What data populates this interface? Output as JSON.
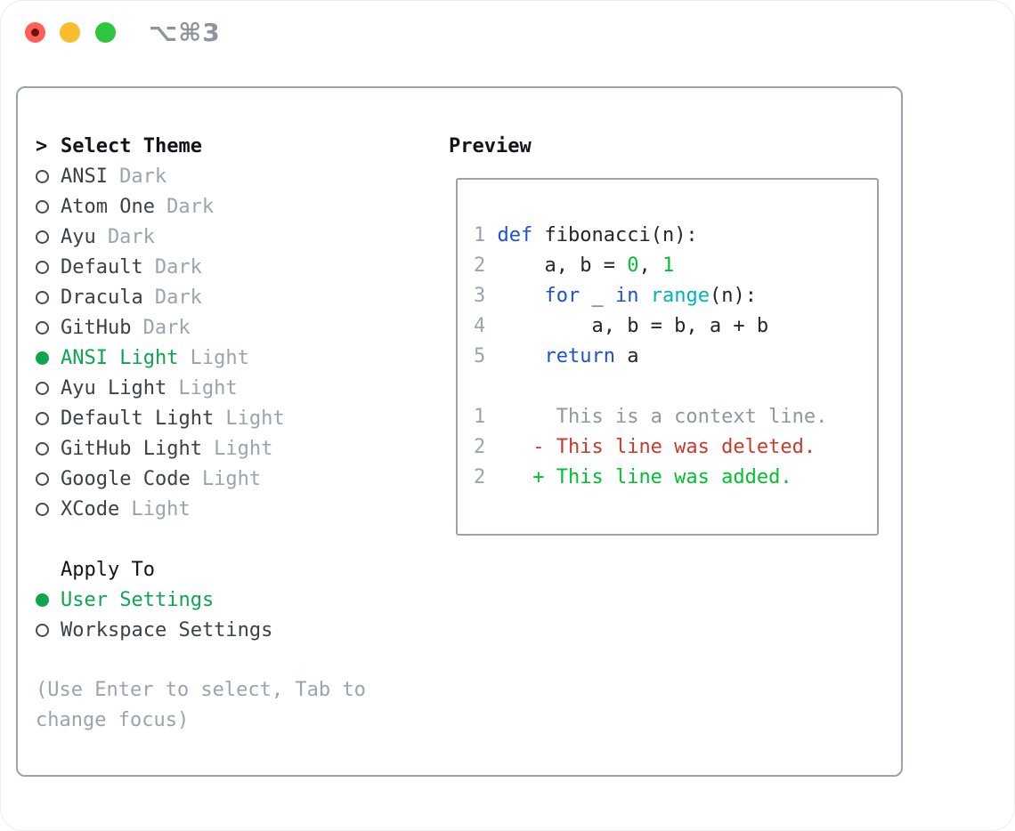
{
  "window": {
    "title": "⌥⌘3"
  },
  "theme_list": {
    "header_prefix": ">",
    "header": "Select Theme",
    "items": [
      {
        "label": "ANSI",
        "variant": "Dark",
        "selected": false
      },
      {
        "label": "Atom One",
        "variant": "Dark",
        "selected": false
      },
      {
        "label": "Ayu",
        "variant": "Dark",
        "selected": false
      },
      {
        "label": "Default",
        "variant": "Dark",
        "selected": false
      },
      {
        "label": "Dracula",
        "variant": "Dark",
        "selected": false
      },
      {
        "label": "GitHub",
        "variant": "Dark",
        "selected": false
      },
      {
        "label": "ANSI Light",
        "variant": "Light",
        "selected": true
      },
      {
        "label": "Ayu Light",
        "variant": "Light",
        "selected": false
      },
      {
        "label": "Default Light",
        "variant": "Light",
        "selected": false
      },
      {
        "label": "GitHub Light",
        "variant": "Light",
        "selected": false
      },
      {
        "label": "Google Code",
        "variant": "Light",
        "selected": false
      },
      {
        "label": "XCode",
        "variant": "Light",
        "selected": false
      }
    ]
  },
  "apply_to": {
    "header": "Apply To",
    "options": [
      {
        "label": "User Settings",
        "selected": true
      },
      {
        "label": "Workspace Settings",
        "selected": false
      }
    ]
  },
  "help_text": "(Use Enter to select, Tab to change focus)",
  "preview": {
    "header": "Preview",
    "lines": [
      [
        {
          "text": "1",
          "type": "lineno"
        },
        {
          "text": " ",
          "type": "plain"
        },
        {
          "text": "def",
          "type": "keyword"
        },
        {
          "text": " fibonacci(n):",
          "type": "plain"
        }
      ],
      [
        {
          "text": "2",
          "type": "lineno"
        },
        {
          "text": "     a, b = ",
          "type": "plain"
        },
        {
          "text": "0",
          "type": "number"
        },
        {
          "text": ", ",
          "type": "plain"
        },
        {
          "text": "1",
          "type": "number"
        }
      ],
      [
        {
          "text": "3",
          "type": "lineno"
        },
        {
          "text": "     ",
          "type": "plain"
        },
        {
          "text": "for",
          "type": "keyword"
        },
        {
          "text": " _ ",
          "type": "plain"
        },
        {
          "text": "in",
          "type": "keyword"
        },
        {
          "text": " ",
          "type": "plain"
        },
        {
          "text": "range",
          "type": "builtin"
        },
        {
          "text": "(n):",
          "type": "plain"
        }
      ],
      [
        {
          "text": "4",
          "type": "lineno"
        },
        {
          "text": "         a, b = b, a + b",
          "type": "plain"
        }
      ],
      [
        {
          "text": "5",
          "type": "lineno"
        },
        {
          "text": "     ",
          "type": "plain"
        },
        {
          "text": "return",
          "type": "keyword"
        },
        {
          "text": " a",
          "type": "plain"
        }
      ],
      [],
      [
        {
          "text": "1",
          "type": "lineno"
        },
        {
          "text": "      This is a context line.",
          "type": "context"
        }
      ],
      [
        {
          "text": "2",
          "type": "lineno"
        },
        {
          "text": "    ",
          "type": "plain"
        },
        {
          "text": "- This line was deleted.",
          "type": "deleted"
        }
      ],
      [
        {
          "text": "2",
          "type": "lineno"
        },
        {
          "text": "    ",
          "type": "plain"
        },
        {
          "text": "+ This line was added.",
          "type": "added"
        }
      ]
    ]
  },
  "colors": {
    "panel_border": "#9aa3ad",
    "traffic_red": "#ff5f57",
    "traffic_yellow": "#fbbc2e",
    "traffic_green": "#2dc63e",
    "title_gray": "#8e949d",
    "header_text": "#111418",
    "item_text": "#3a4147",
    "muted_text": "#9aa4b0",
    "selected_green": "#0ca64e",
    "keyword_blue": "#1b50d8",
    "builtin_cyan": "#00b3c4",
    "number_green": "#00c22e",
    "added_green": "#00c22e",
    "deleted_red": "#cb3a28",
    "context_gray": "#8f979f",
    "lineno_gray": "#9aa4b2",
    "code_text": "#22262c"
  }
}
